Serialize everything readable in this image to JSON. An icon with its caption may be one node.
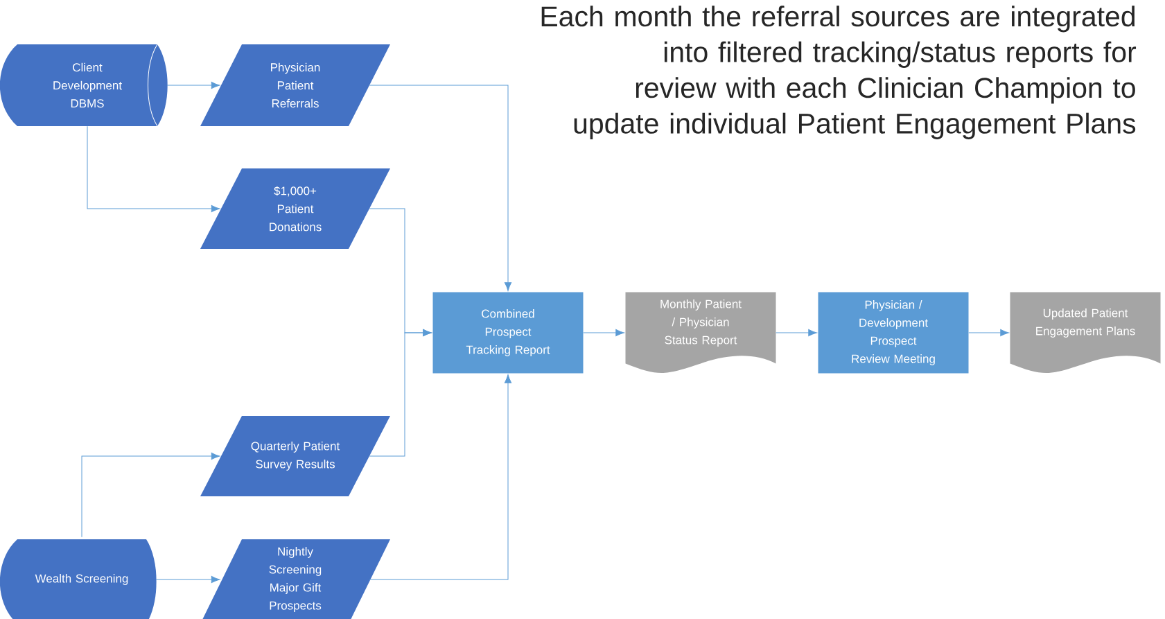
{
  "diagram": {
    "title": "Each month the referral sources are integrated into filtered tracking/status reports for review with each Clinician Champion to update individual Patient Engagement Plans",
    "nodes": [
      {
        "text": [
          "Client Development DBMS"
        ]
      },
      {
        "text": [
          "Physician Patient Referrals"
        ]
      },
      {
        "text": [
          "$1,000+ Patient Donations"
        ]
      },
      {
        "text": [
          "Combined Prospect Tracking Report"
        ]
      },
      {
        "text": [
          "Monthly Patient / Physician Status Report"
        ]
      },
      {
        "text": [
          "Physician / Development Prospect Review Meeting"
        ]
      },
      {
        "text": [
          "Updated Patient Engagement Plans"
        ]
      },
      {
        "text": [
          "Quarterly Patient Survey Results"
        ]
      },
      {
        "text": [
          "Wealth Screening"
        ]
      },
      {
        "text": [
          "Nightly Screening Major Gift Prospects"
        ]
      }
    ],
    "edges": [
      {
        "from": 0,
        "to": 1,
        "arrow": "to"
      },
      {
        "from": 0,
        "to": 2,
        "arrow": "to"
      },
      {
        "from": 1,
        "to": 3,
        "arrow": "to"
      },
      {
        "from": 2,
        "to": 3,
        "arrow": "to"
      },
      {
        "from": 7,
        "to": 3,
        "arrow": "to"
      },
      {
        "from": 8,
        "to": 7,
        "arrow": "to"
      },
      {
        "from": 8,
        "to": 9,
        "arrow": "to"
      },
      {
        "from": 9,
        "to": 3,
        "arrow": "to"
      },
      {
        "from": 3,
        "to": 4,
        "arrow": "to"
      },
      {
        "from": 4,
        "to": 5,
        "arrow": "to"
      },
      {
        "from": 5,
        "to": 6,
        "arrow": "to"
      }
    ]
  }
}
